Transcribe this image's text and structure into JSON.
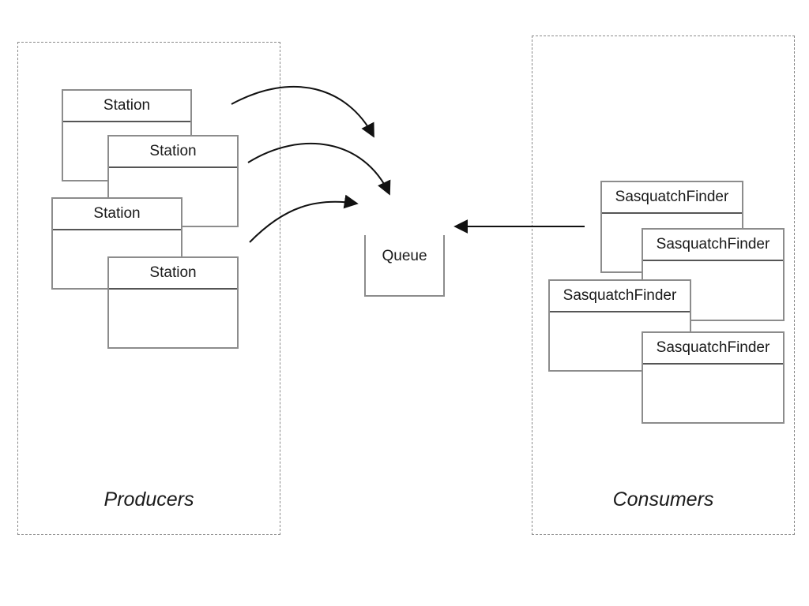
{
  "producers": {
    "label": "Producers",
    "stations": [
      {
        "label": "Station"
      },
      {
        "label": "Station"
      },
      {
        "label": "Station"
      },
      {
        "label": "Station"
      }
    ]
  },
  "queue": {
    "label": "Queue"
  },
  "consumers": {
    "label": "Consumers",
    "finders": [
      {
        "label": "SasquatchFinder"
      },
      {
        "label": "SasquatchFinder"
      },
      {
        "label": "SasquatchFinder"
      },
      {
        "label": "SasquatchFinder"
      }
    ]
  }
}
